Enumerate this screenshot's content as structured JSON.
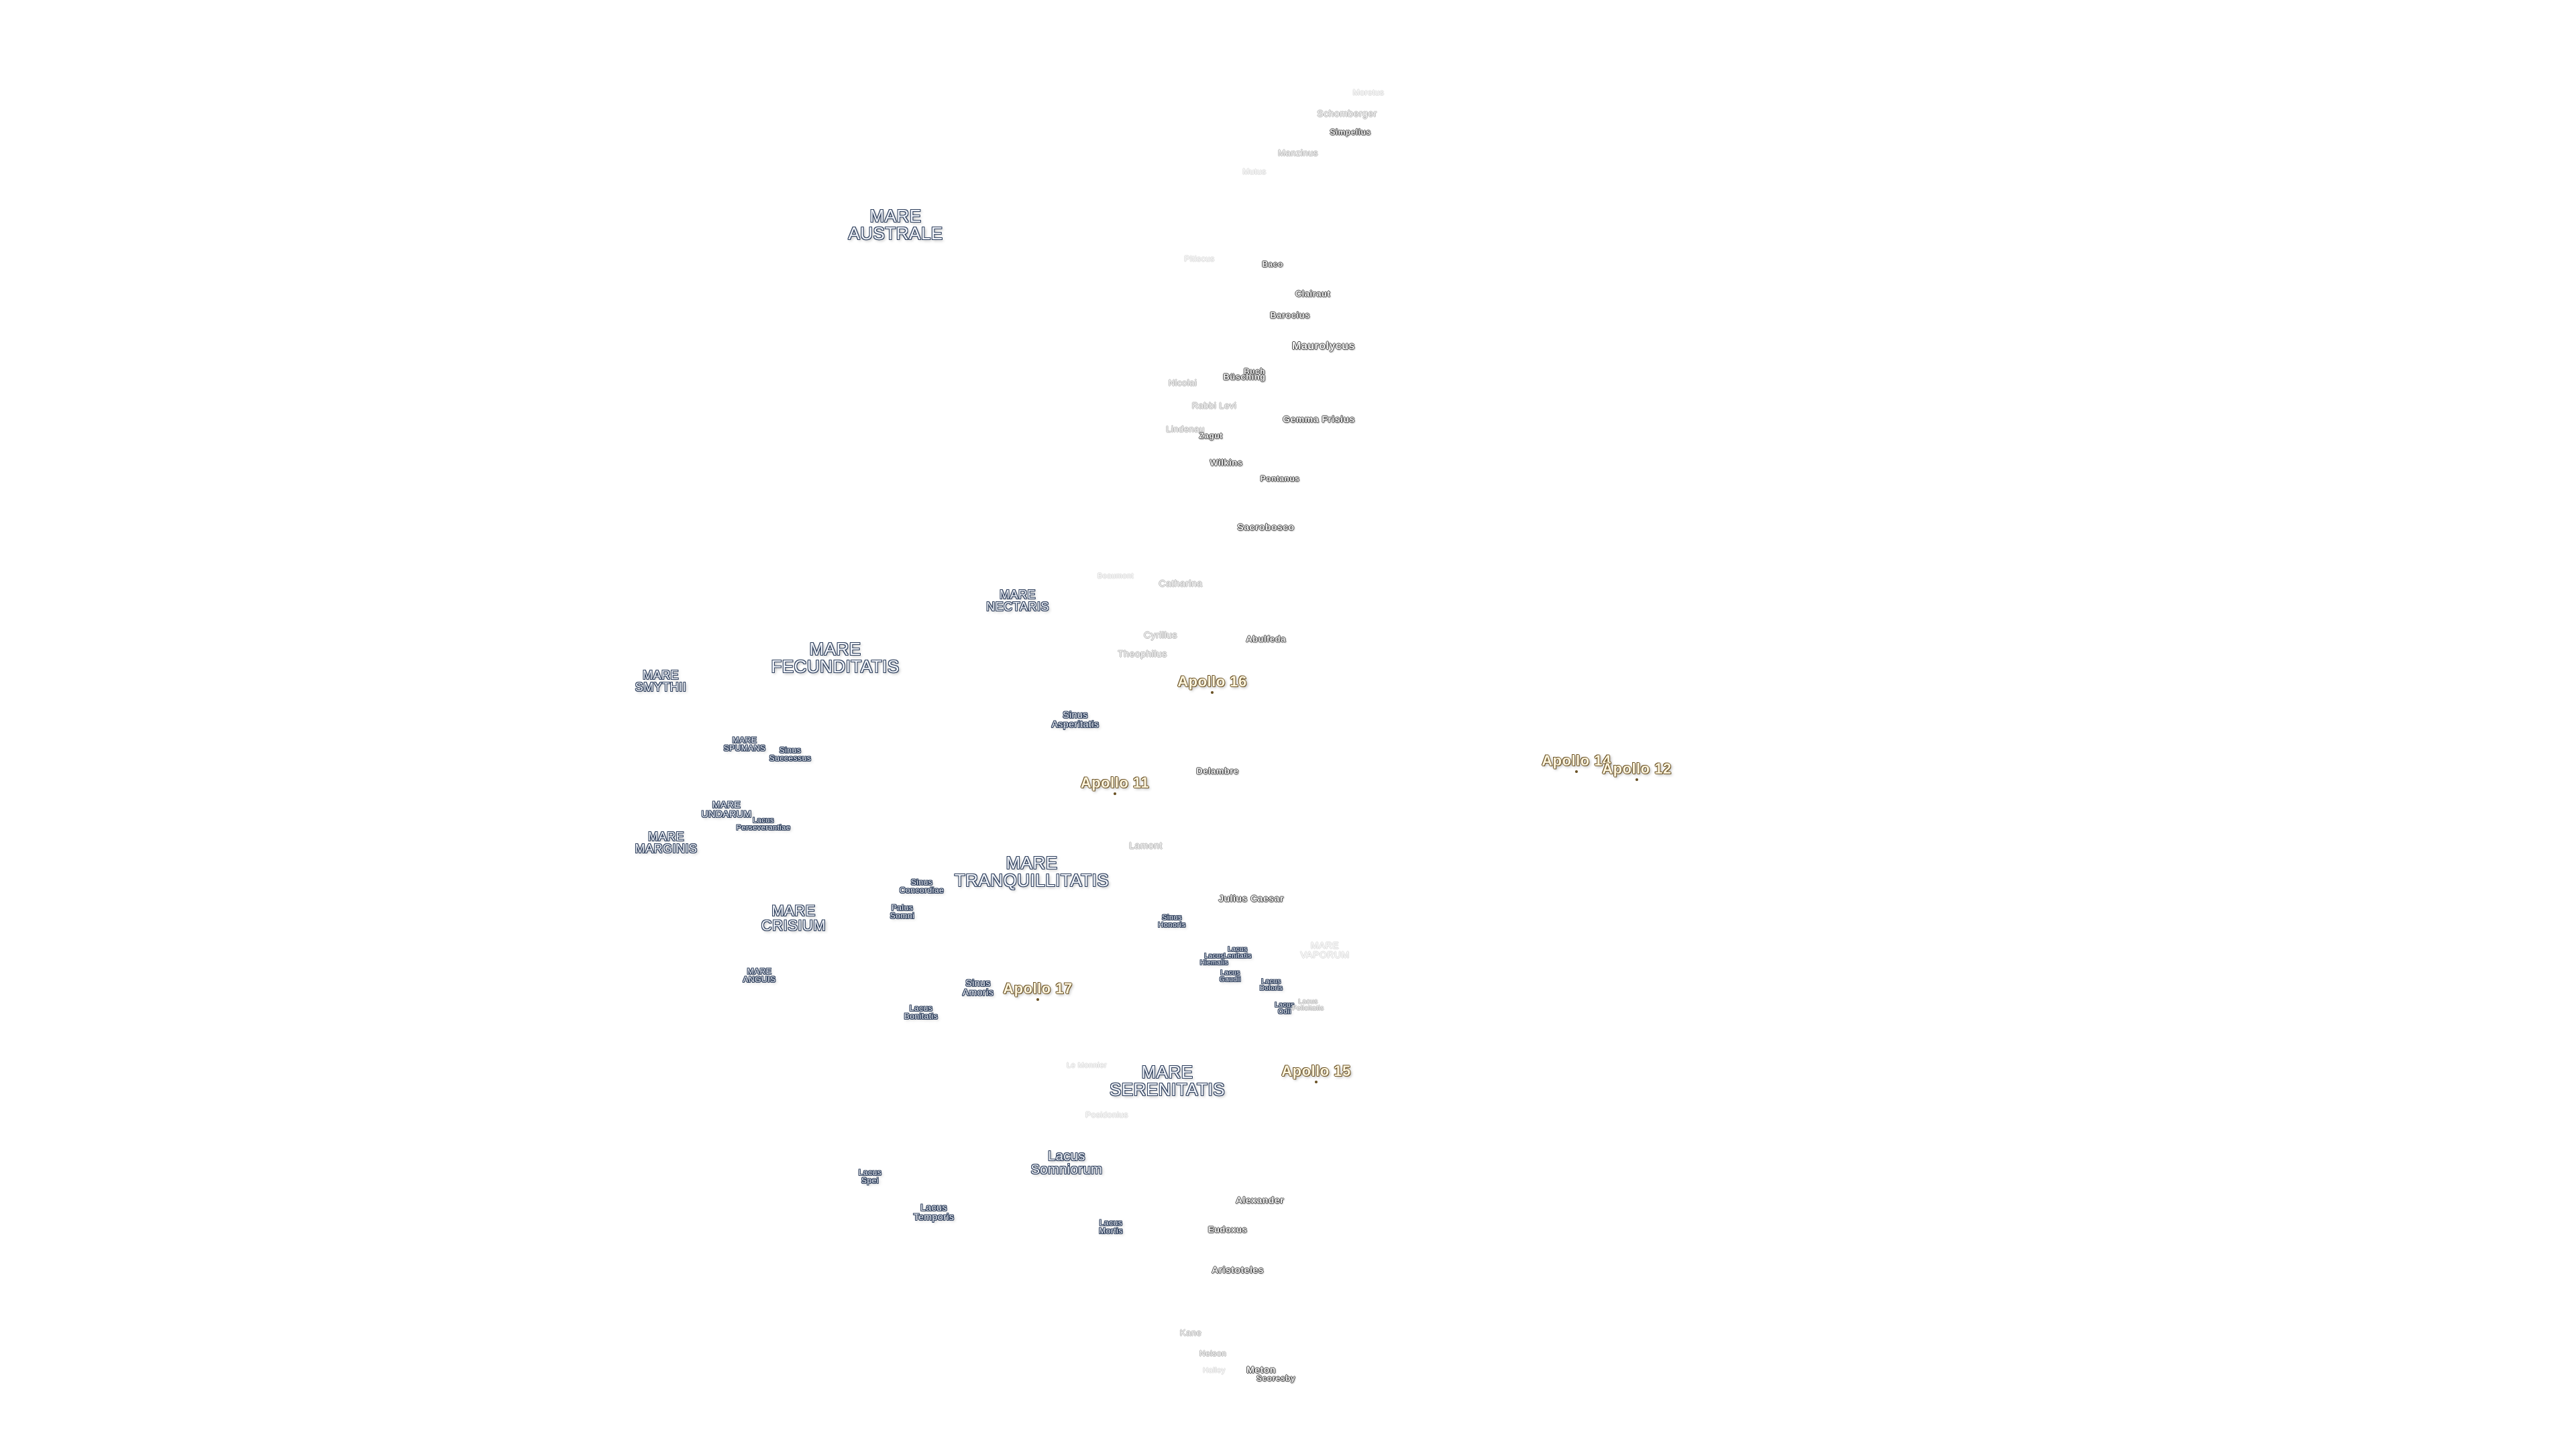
{
  "map": {
    "labels": [
      {
        "text": "MARE\nAUSTRALE",
        "kind": "mare"
      },
      {
        "text": "MARE\nNECTARIS",
        "kind": "mare"
      },
      {
        "text": "MARE\nFECUNDITATIS",
        "kind": "mare"
      },
      {
        "text": "MARE\nSMYTHII",
        "kind": "mare"
      },
      {
        "text": "MARE\nSPUMANS",
        "kind": "mare"
      },
      {
        "text": "Sinus\nSuccessus",
        "kind": "mare"
      },
      {
        "text": "MARE\nUNDARUM",
        "kind": "mare"
      },
      {
        "text": "Lacus\nPerseverantiae",
        "kind": "mare"
      },
      {
        "text": "MARE\nMARGINIS",
        "kind": "mare"
      },
      {
        "text": "Sinus\nAsperitatis",
        "kind": "mare"
      },
      {
        "text": "MARE\nTRANQUILLITATIS",
        "kind": "mare"
      },
      {
        "text": "Sinus\nConcordiae",
        "kind": "mare"
      },
      {
        "text": "Palus\nSomni",
        "kind": "mare"
      },
      {
        "text": "MARE\nCRISIUM",
        "kind": "mare"
      },
      {
        "text": "MARE\nANGUIS",
        "kind": "mare"
      },
      {
        "text": "Sinus\nAmoris",
        "kind": "mare"
      },
      {
        "text": "Lacus\nBonitatis",
        "kind": "mare"
      },
      {
        "text": "Sinus\nHonoris",
        "kind": "mare"
      },
      {
        "text": "Lacus\nLenitatis",
        "kind": "mare"
      },
      {
        "text": "Lacus\nHiemalis",
        "kind": "mare"
      },
      {
        "text": "Lacus\nGaudii",
        "kind": "mare"
      },
      {
        "text": "Lacus\nDoloris",
        "kind": "mare"
      },
      {
        "text": "Lacus\nOdii",
        "kind": "mare"
      },
      {
        "text": "MARE\nSERENITATIS",
        "kind": "mare"
      },
      {
        "text": "Lacus\nSomniorum",
        "kind": "mare"
      },
      {
        "text": "Lacus\nSpei",
        "kind": "mare"
      },
      {
        "text": "Lacus\nTemporis",
        "kind": "mare"
      },
      {
        "text": "Lacus\nMortis",
        "kind": "mare"
      },
      {
        "text": "MARE\nVAPORUM",
        "kind": "ghost"
      },
      {
        "text": "Lacus\nFelicitatis",
        "kind": "faint"
      },
      {
        "text": "Apollo 16",
        "kind": "apollo"
      },
      {
        "text": "Apollo 11",
        "kind": "apollo"
      },
      {
        "text": "Apollo 17",
        "kind": "apollo"
      },
      {
        "text": "Apollo 15",
        "kind": "apollo"
      },
      {
        "text": "Apollo 14",
        "kind": "apollo"
      },
      {
        "text": "Apollo 12",
        "kind": "apollo"
      },
      {
        "text": "Schomberger",
        "kind": "faint"
      },
      {
        "text": "Simpelius",
        "kind": "crater"
      },
      {
        "text": "Manzinus",
        "kind": "faint"
      },
      {
        "text": "Moretus",
        "kind": "ghost"
      },
      {
        "text": "Mutus",
        "kind": "ghost"
      },
      {
        "text": "Pitiscus",
        "kind": "ghost"
      },
      {
        "text": "Baco",
        "kind": "crater"
      },
      {
        "text": "Clairaut",
        "kind": "crater"
      },
      {
        "text": "Barocius",
        "kind": "crater"
      },
      {
        "text": "Maurolycus",
        "kind": "crater"
      },
      {
        "text": "Buch",
        "kind": "crater"
      },
      {
        "text": "Büsching",
        "kind": "crater"
      },
      {
        "text": "Nicolai",
        "kind": "faint"
      },
      {
        "text": "Rabbi Levi",
        "kind": "faint"
      },
      {
        "text": "Gemma Frisius",
        "kind": "crater"
      },
      {
        "text": "Lindenau",
        "kind": "faint"
      },
      {
        "text": "Zagut",
        "kind": "crater"
      },
      {
        "text": "Wilkins",
        "kind": "crater"
      },
      {
        "text": "Pontanus",
        "kind": "crater"
      },
      {
        "text": "Sacrobosco",
        "kind": "crater"
      },
      {
        "text": "Beaumont",
        "kind": "ghost"
      },
      {
        "text": "Catharina",
        "kind": "faint"
      },
      {
        "text": "Cyrillus",
        "kind": "faint"
      },
      {
        "text": "Abulfeda",
        "kind": "crater"
      },
      {
        "text": "Theophilus",
        "kind": "faint"
      },
      {
        "text": "Delambre",
        "kind": "crater"
      },
      {
        "text": "Lamont",
        "kind": "faint"
      },
      {
        "text": "Julius Caesar",
        "kind": "crater"
      },
      {
        "text": "Le Monnier",
        "kind": "ghost"
      },
      {
        "text": "Posidonius",
        "kind": "ghost"
      },
      {
        "text": "Alexander",
        "kind": "crater"
      },
      {
        "text": "Eudoxus",
        "kind": "crater"
      },
      {
        "text": "Aristoteles",
        "kind": "crater"
      },
      {
        "text": "Kane",
        "kind": "faint"
      },
      {
        "text": "Halley",
        "kind": "ghost"
      },
      {
        "text": "Nelson",
        "kind": "faint"
      },
      {
        "text": "Meton",
        "kind": "crater"
      },
      {
        "text": "Scoresby",
        "kind": "crater"
      }
    ]
  }
}
